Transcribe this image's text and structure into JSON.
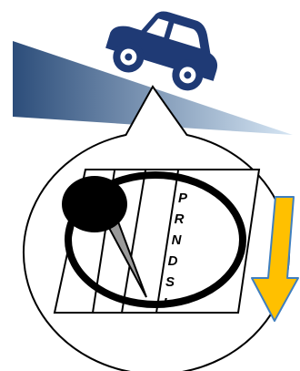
{
  "gear_positions": [
    "P",
    "R",
    "N",
    "D",
    "S",
    "L"
  ],
  "icons": {
    "car": "car-icon",
    "slope": "downhill-slope",
    "callout": "speech-bubble-callout",
    "shifter": "gear-shift-lever",
    "arrow": "down-arrow-icon"
  },
  "colors": {
    "car": "#1f3a75",
    "slope_dark": "#2c4d7a",
    "slope_light": "#d6e6f4",
    "arrow_fill": "#ffc000",
    "arrow_stroke": "#3f7fbf",
    "outline": "#000000",
    "lever": "#9a9a9a"
  }
}
